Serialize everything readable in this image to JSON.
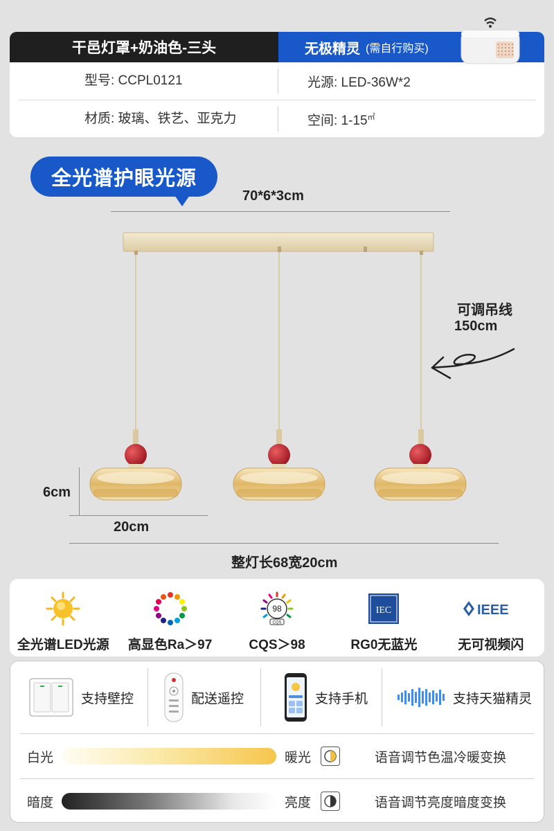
{
  "spec": {
    "title_left": "干邑灯罩+奶油色-三头",
    "title_right_main": "无极精灵",
    "title_right_sub": "(需自行购买)",
    "model_label": "型号: CCPL0121",
    "light_label": "光源: LED-36W*2",
    "material_label": "材质: 玻璃、铁艺、亚克力",
    "space_label": "空间: 1-15",
    "space_unit": "㎡"
  },
  "badge": "全光谱护眼光源",
  "dimensions": {
    "bar_size": "70*6*3cm",
    "cable_title": "可调吊线",
    "cable_length": "150cm",
    "shade_height": "6cm",
    "shade_width": "20cm",
    "overall": "整灯长68宽20cm"
  },
  "features": [
    {
      "label": "全光谱LED光源",
      "icon": "sun-icon"
    },
    {
      "label": "高显色Ra＞97",
      "icon": "color-wheel-icon"
    },
    {
      "label": "CQS＞98",
      "icon": "cqs-icon",
      "badge_value": "98",
      "badge_sub": "CQS"
    },
    {
      "label": "RG0无蓝光",
      "icon": "iec-logo",
      "logo_text": "IEC"
    },
    {
      "label": "无可视频闪",
      "icon": "ieee-logo",
      "logo_text": "IEEE"
    }
  ],
  "controls": {
    "items": [
      {
        "label": "支持壁控",
        "icon": "wall-switch-icon"
      },
      {
        "label": "配送遥控",
        "icon": "remote-control-icon"
      },
      {
        "label": "支持手机",
        "icon": "phone-icon"
      },
      {
        "label": "支持天猫精灵",
        "icon": "voice-wave-icon"
      }
    ],
    "color_temp": {
      "left": "白光",
      "right": "暖光",
      "desc": "语音调节色温冷暖变换"
    },
    "brightness": {
      "left": "暗度",
      "right": "亮度",
      "desc": "语音调节亮度暗度变换"
    }
  },
  "colors": {
    "brand_blue": "#1958c9",
    "header_dark": "#1f1f1f",
    "shade_amber": "#e8c57a",
    "ball_red": "#b41e28",
    "bar_cream": "#ece0c2"
  }
}
